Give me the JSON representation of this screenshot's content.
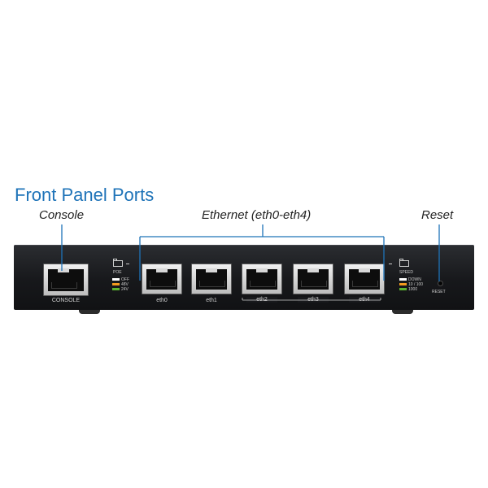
{
  "heading": "Front Panel Ports",
  "callouts": {
    "console": "Console",
    "ethernet": "Ethernet (eth0-eth4)",
    "reset": "Reset"
  },
  "device": {
    "console_label": "CONSOLE",
    "ports": [
      "eth0",
      "eth1",
      "eth2",
      "eth3",
      "eth4"
    ],
    "poe": {
      "label": "POE",
      "legend": [
        {
          "text": "OFF",
          "color": "#ffffff"
        },
        {
          "text": "48V",
          "color": "#f39a1e"
        },
        {
          "text": "24V",
          "color": "#5cb531"
        }
      ]
    },
    "speed": {
      "label": "SPEED",
      "legend": [
        {
          "text": "DOWN",
          "color": "#ffffff"
        },
        {
          "text": "10 / 100",
          "color": "#f39a1e"
        },
        {
          "text": "1000",
          "color": "#5cb531"
        }
      ]
    },
    "reset_label": "RESET"
  },
  "colors": {
    "heading": "#1e73b8",
    "callout_line": "#1e73b8"
  }
}
